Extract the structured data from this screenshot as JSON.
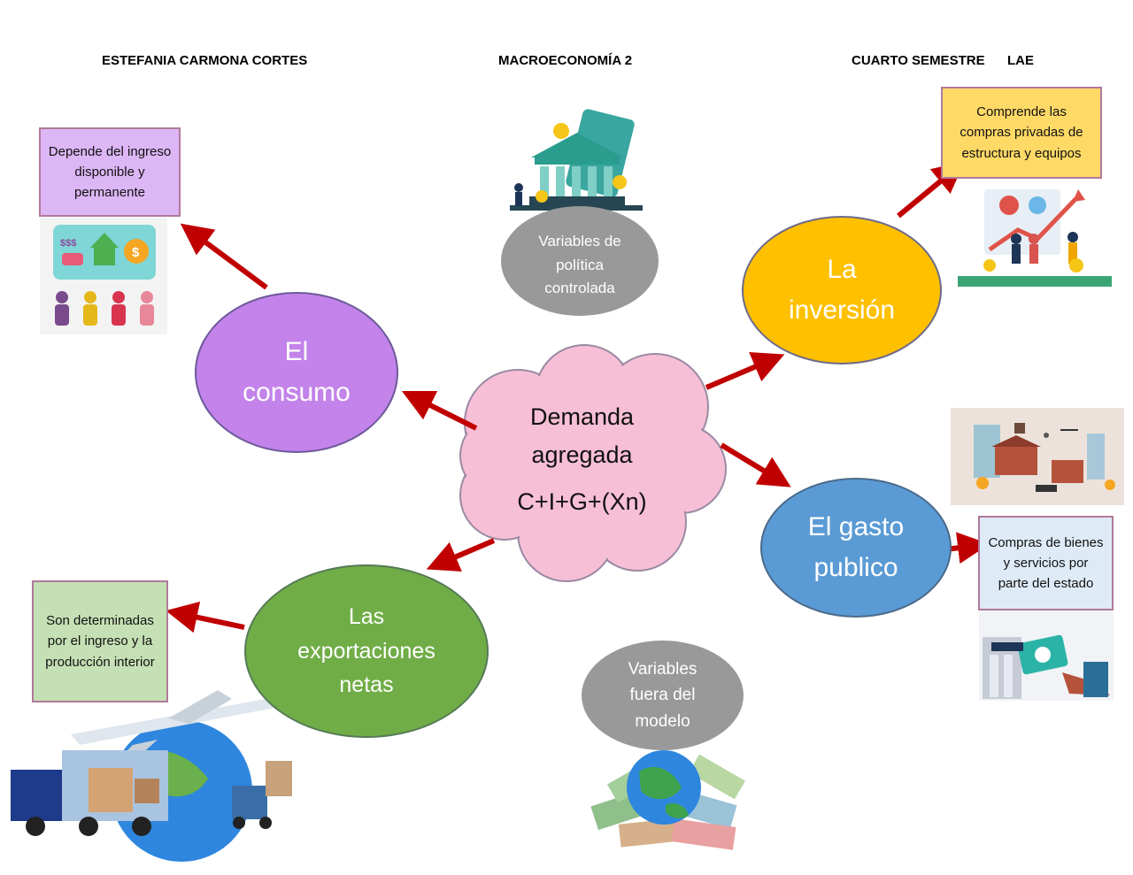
{
  "header": {
    "author": "ESTEFANIA CARMONA CORTES",
    "subject": "MACROECONOMÍA 2",
    "semester": "CUARTO SEMESTRE",
    "program": "LAE"
  },
  "center": {
    "line1": "Demanda",
    "line2": "agregada",
    "formula": "C+I+G+(Xn)"
  },
  "nodes": {
    "consumo": {
      "label_line1": "El",
      "label_line2": "consumo",
      "note": "Depende del ingreso disponible y permanente",
      "color": "#c383ea"
    },
    "inversion": {
      "label_line1": "La",
      "label_line2": "inversión",
      "note": "Comprende las compras privadas de estructura y equipos",
      "color": "#ffc000"
    },
    "gasto": {
      "label_line1": "El gasto",
      "label_line2": "publico",
      "note": "Compras de bienes y servicios por parte del estado",
      "color": "#5b9bd5"
    },
    "exportaciones": {
      "label_line1": "Las",
      "label_line2": "exportaciones",
      "label_line3": "netas",
      "note": "Son determinadas por el ingreso y la producción interior",
      "color": "#70ad47"
    }
  },
  "side_bubbles": {
    "politica": "Variables de política controlada",
    "fuera": "Variables fuera del modelo"
  },
  "colors": {
    "arrow": "#c00000",
    "cloud": "#f7bfd5"
  }
}
